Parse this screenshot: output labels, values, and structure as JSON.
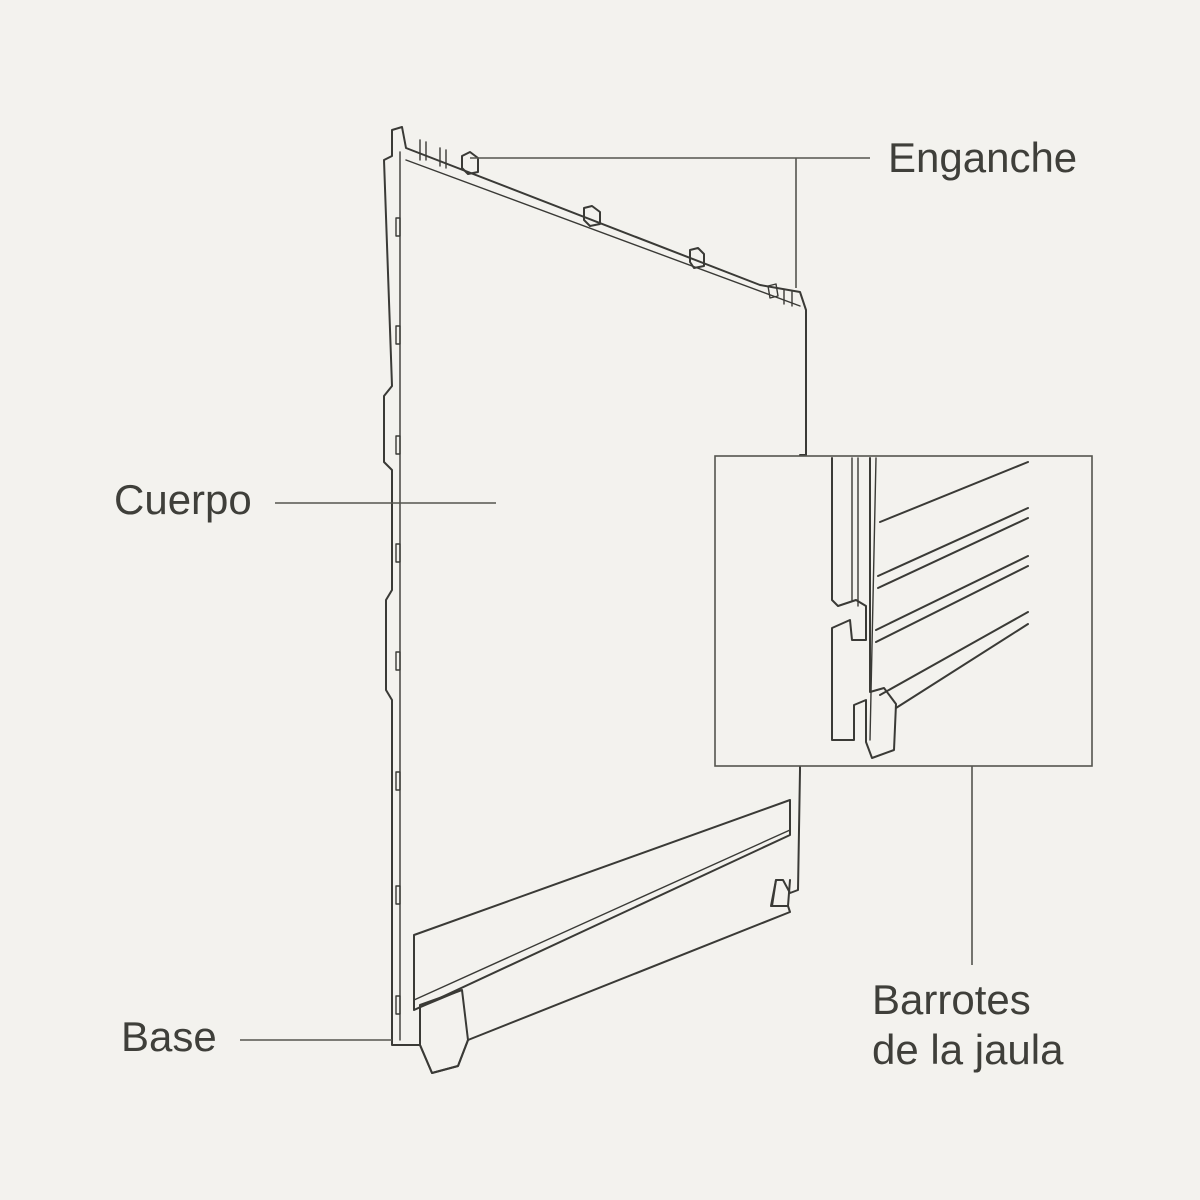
{
  "labels": {
    "enganche": "Enganche",
    "cuerpo": "Cuerpo",
    "base": "Base",
    "barrotes_line1": "Barrotes",
    "barrotes_line2": "de la jaula"
  }
}
